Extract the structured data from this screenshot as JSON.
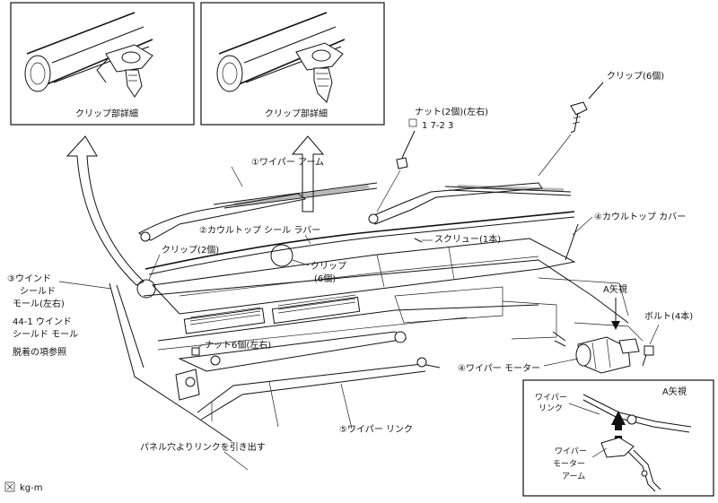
{
  "detail_left": {
    "caption": "クリップ部詳細"
  },
  "detail_right": {
    "caption": "クリップ部詳細"
  },
  "labels": {
    "clip_top": "クリップ(6個)",
    "nut_top_1": "ナット(2個)(左右)",
    "nut_top_2": "1 7-2 3",
    "wiper_arm": "①ワイパー アーム",
    "cowl_seal": "②カウルトップ シール ラバー",
    "cowl_cover": "④カウルトップ カバー",
    "clip_2": "クリップ(2個)",
    "screw": "スクリュー(1本)",
    "clip_6_line1": "クリップ",
    "clip_6_line2": "(6個)",
    "molding_1": "③ウインド",
    "molding_2": "シールド",
    "molding_3": "モール(左右)",
    "ref_1": "44-1 ウインド",
    "ref_2": "シールド モール",
    "ref_3": "脱着の項参照",
    "a_view": "A矢視",
    "bolt": "ボルト(4本)",
    "nut_6": "ナット6個(左右)",
    "wiper_motor": "④ワイパー モーター",
    "wiper_link": "⑤ワイパー リンク",
    "pull_link": "パネル穴よりリンクを引き出す",
    "torque_unit": "kg-m"
  },
  "inset": {
    "title": "A矢視",
    "link_1": "ワイパー",
    "link_2": "リンク",
    "motor_1": "ワイパー",
    "motor_2": "モーター",
    "motor_3": "アーム"
  }
}
